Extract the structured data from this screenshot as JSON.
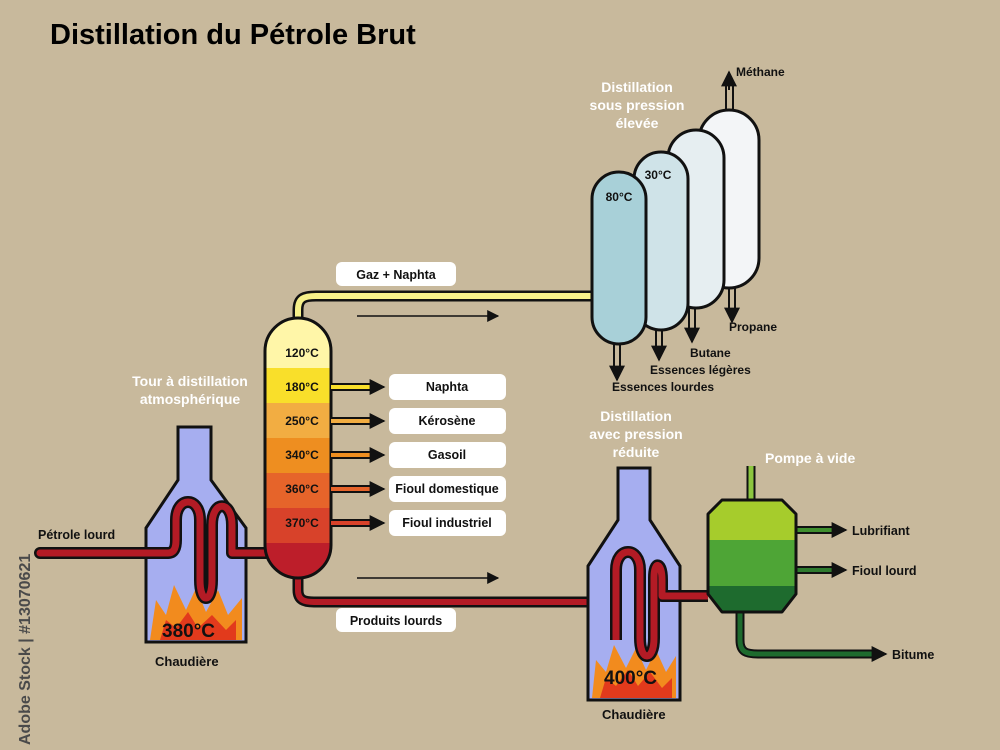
{
  "title": "Distillation du Pétrole Brut",
  "watermark": "Adobe Stock | #13070621",
  "colors": {
    "background": "#c8b99c",
    "pipe_red": "#b31b25",
    "pipe_yellow": "#f6f08a",
    "pipe_green": "#1e6b2e",
    "furnace_blue": "#a6aef0"
  },
  "atmospheric": {
    "tower_label_1": "Tour à distillation",
    "tower_label_2": "atmosphérique",
    "input_label": "Pétrole lourd",
    "furnace_temp": "380°C",
    "furnace_label": "Chaudière",
    "levels": [
      {
        "temp": "120°C",
        "color": "#fff6a8"
      },
      {
        "temp": "180°C",
        "color": "#f9df2a",
        "product": "Naphta"
      },
      {
        "temp": "250°C",
        "color": "#f2ad42",
        "product": "Kérosène"
      },
      {
        "temp": "340°C",
        "color": "#ee8e20",
        "product": "Gasoil"
      },
      {
        "temp": "360°C",
        "color": "#e6642a",
        "product": "Fioul domestique"
      },
      {
        "temp": "370°C",
        "color": "#d8422a",
        "product": "Fioul industriel"
      }
    ],
    "top_output": "Gaz + Naphta",
    "bottom_output": "Produits lourds"
  },
  "high_pressure": {
    "label_1": "Distillation",
    "label_2": "sous pression",
    "label_3": "élevée",
    "temp_1": "80°C",
    "temp_2": "30°C",
    "outputs": [
      "Méthane",
      "Propane",
      "Butane",
      "Essences légères",
      "Essences lourdes"
    ]
  },
  "vacuum": {
    "label_1": "Distillation",
    "label_2": "avec pression",
    "label_3": "réduite",
    "pump_label": "Pompe à vide",
    "furnace_temp": "400°C",
    "furnace_label": "Chaudière",
    "outputs": [
      "Lubrifiant",
      "Fioul lourd",
      "Bitume"
    ]
  }
}
